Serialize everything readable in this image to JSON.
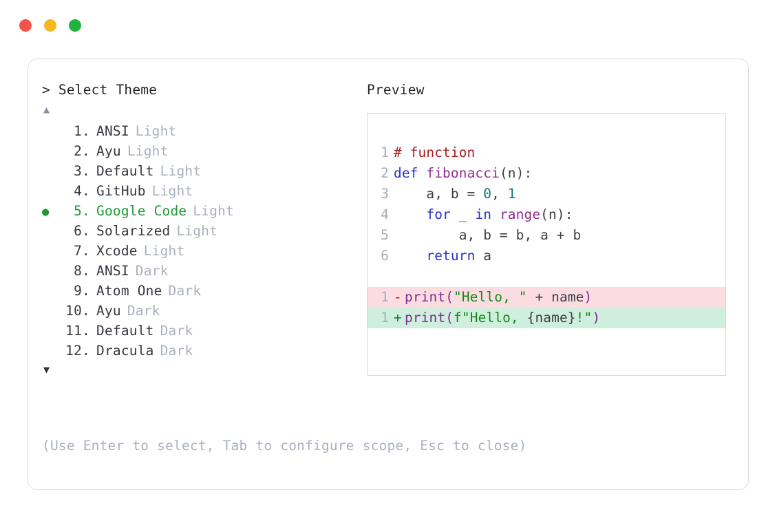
{
  "window": {
    "traffic_lights": [
      {
        "name": "close-button",
        "color": "#f2544b"
      },
      {
        "name": "minimize-button",
        "color": "#f5b820"
      },
      {
        "name": "maximize-button",
        "color": "#22b33e"
      }
    ]
  },
  "picker": {
    "prompt_caret": ">",
    "prompt_label": "Select Theme",
    "scroll_up": "▲",
    "scroll_down": "▼",
    "selected_index": 5,
    "selected_bullet": "●",
    "items": [
      {
        "number": "1.",
        "name": "ANSI",
        "variant": "Light",
        "selected": false
      },
      {
        "number": "2.",
        "name": "Ayu",
        "variant": "Light",
        "selected": false
      },
      {
        "number": "3.",
        "name": "Default",
        "variant": "Light",
        "selected": false
      },
      {
        "number": "4.",
        "name": "GitHub",
        "variant": "Light",
        "selected": false
      },
      {
        "number": "5.",
        "name": "Google Code",
        "variant": "Light",
        "selected": true
      },
      {
        "number": "6.",
        "name": "Solarized",
        "variant": "Light",
        "selected": false
      },
      {
        "number": "7.",
        "name": "Xcode",
        "variant": "Light",
        "selected": false
      },
      {
        "number": "8.",
        "name": "ANSI",
        "variant": "Dark",
        "selected": false
      },
      {
        "number": "9.",
        "name": "Atom One",
        "variant": "Dark",
        "selected": false
      },
      {
        "number": "10.",
        "name": "Ayu",
        "variant": "Dark",
        "selected": false
      },
      {
        "number": "11.",
        "name": "Default",
        "variant": "Dark",
        "selected": false
      },
      {
        "number": "12.",
        "name": "Dracula",
        "variant": "Dark",
        "selected": false
      }
    ],
    "hint": "(Use Enter to select, Tab to configure scope, Esc to close)"
  },
  "preview": {
    "label": "Preview",
    "code_lines": [
      {
        "gutter": "1",
        "tokens": [
          {
            "text": "# function",
            "cls": "t-comment"
          }
        ]
      },
      {
        "gutter": "2",
        "tokens": [
          {
            "text": "def ",
            "cls": "t-keyword"
          },
          {
            "text": "fibonacci",
            "cls": "t-func"
          },
          {
            "text": "(n):",
            "cls": "t-plain"
          }
        ]
      },
      {
        "gutter": "3",
        "tokens": [
          {
            "text": "    a, b = ",
            "cls": "t-plain"
          },
          {
            "text": "0",
            "cls": "t-number"
          },
          {
            "text": ", ",
            "cls": "t-plain"
          },
          {
            "text": "1",
            "cls": "t-number"
          }
        ]
      },
      {
        "gutter": "4",
        "tokens": [
          {
            "text": "    ",
            "cls": "t-plain"
          },
          {
            "text": "for",
            "cls": "t-keyword"
          },
          {
            "text": " _ ",
            "cls": "t-plain"
          },
          {
            "text": "in",
            "cls": "t-keyword"
          },
          {
            "text": " ",
            "cls": "t-plain"
          },
          {
            "text": "range",
            "cls": "t-func"
          },
          {
            "text": "(n):",
            "cls": "t-plain"
          }
        ]
      },
      {
        "gutter": "5",
        "tokens": [
          {
            "text": "        a, b = b, a + b",
            "cls": "t-plain"
          }
        ]
      },
      {
        "gutter": "6",
        "tokens": [
          {
            "text": "    ",
            "cls": "t-plain"
          },
          {
            "text": "return",
            "cls": "t-keyword"
          },
          {
            "text": " a",
            "cls": "t-plain"
          }
        ]
      }
    ],
    "diff_lines": [
      {
        "kind": "del",
        "gutter": "1",
        "sign": "-",
        "tokens": [
          {
            "text": "print",
            "cls": "t-punc"
          },
          {
            "text": "(",
            "cls": "t-punc"
          },
          {
            "text": "\"Hello, \"",
            "cls": "t-string"
          },
          {
            "text": " + name",
            "cls": "t-plain"
          },
          {
            "text": ")",
            "cls": "t-punc"
          }
        ]
      },
      {
        "kind": "add",
        "gutter": "1",
        "sign": "+",
        "tokens": [
          {
            "text": "print",
            "cls": "t-punc"
          },
          {
            "text": "(",
            "cls": "t-punc"
          },
          {
            "text": "f\"Hello, ",
            "cls": "t-string"
          },
          {
            "text": "{name}",
            "cls": "t-plain"
          },
          {
            "text": "!\"",
            "cls": "t-string"
          },
          {
            "text": ")",
            "cls": "t-punc"
          }
        ]
      }
    ]
  }
}
